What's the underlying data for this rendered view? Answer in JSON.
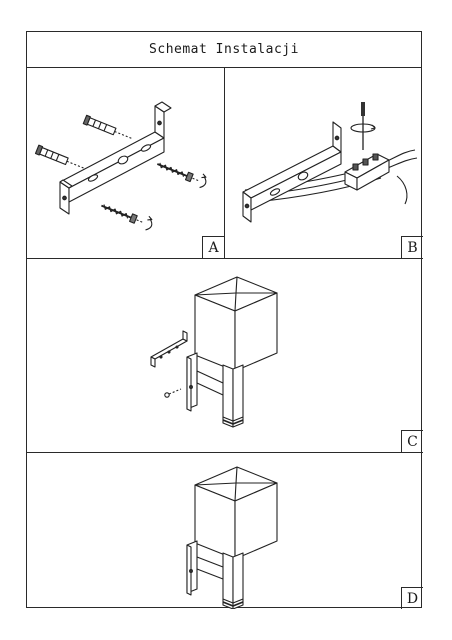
{
  "title": "Schemat Instalacji",
  "panels": [
    {
      "label": "A"
    },
    {
      "label": "B"
    },
    {
      "label": "C"
    },
    {
      "label": "D"
    }
  ]
}
